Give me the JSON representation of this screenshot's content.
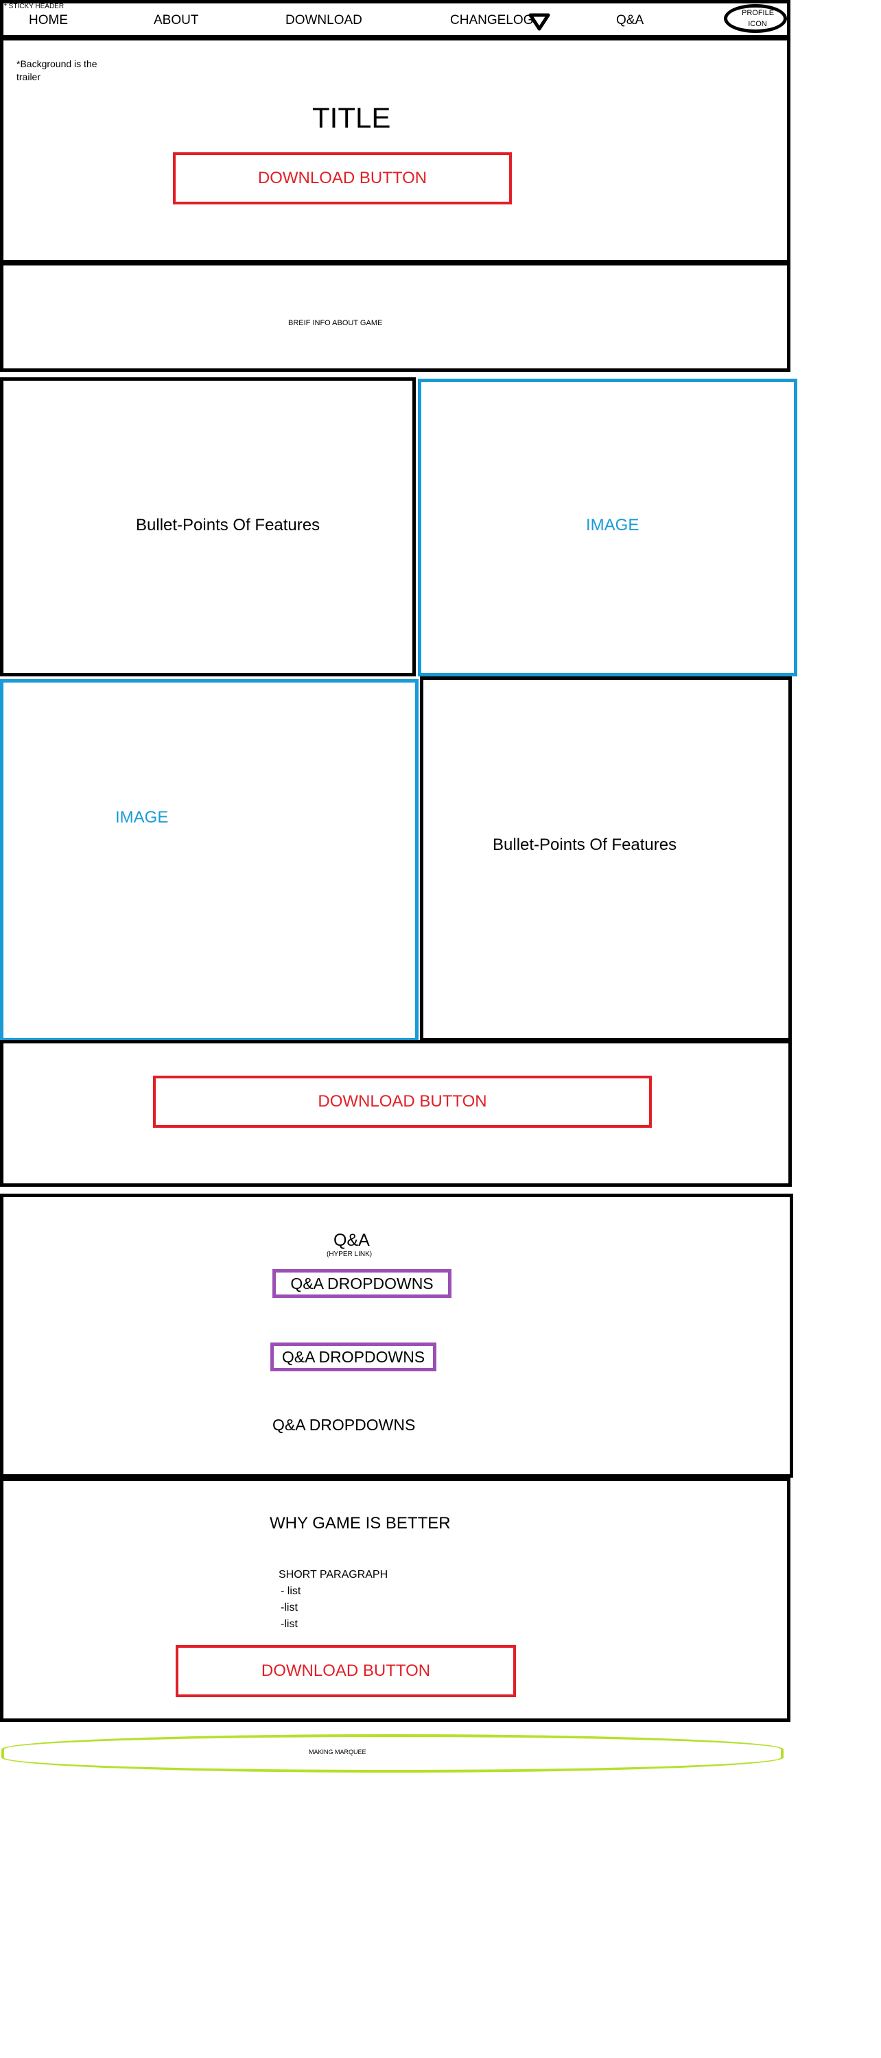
{
  "header": {
    "note": "* STICKY HEADER",
    "nav": [
      "HOME",
      "ABOUT",
      "DOWNLOAD",
      "CHANGELOG",
      "Q&A"
    ],
    "profile_label": "PROFILE ICON"
  },
  "hero": {
    "note": "*Background is the trailer",
    "title": "TITLE",
    "download_label": "DOWNLOAD BUTTON"
  },
  "brief": {
    "text": "BREIF INFO ABOUT GAME"
  },
  "features": {
    "row1_text": "Bullet-Points Of Features",
    "row1_image": "IMAGE",
    "row2_image": "IMAGE",
    "row2_text": "Bullet-Points Of Features"
  },
  "cta": {
    "download_label": "DOWNLOAD BUTTON"
  },
  "qa": {
    "heading": "Q&A",
    "subheading": "(HYPER LINK)",
    "dropdowns": [
      "Q&A DROPDOWNS",
      "Q&A DROPDOWNS",
      "Q&A DROPDOWNS"
    ]
  },
  "why": {
    "heading": "WHY GAME IS BETTER",
    "paragraph": "SHORT PARAGRAPH",
    "list": [
      "- list",
      "-list",
      "-list"
    ],
    "download_label": "DOWNLOAD BUTTON"
  },
  "marquee": {
    "text": "MAKING MARQUEE"
  },
  "colors": {
    "download_border": "#e21f26",
    "image_border": "#1a9ad6",
    "dropdown_border": "#9b4fb5",
    "marquee_border": "#b5e02a"
  }
}
